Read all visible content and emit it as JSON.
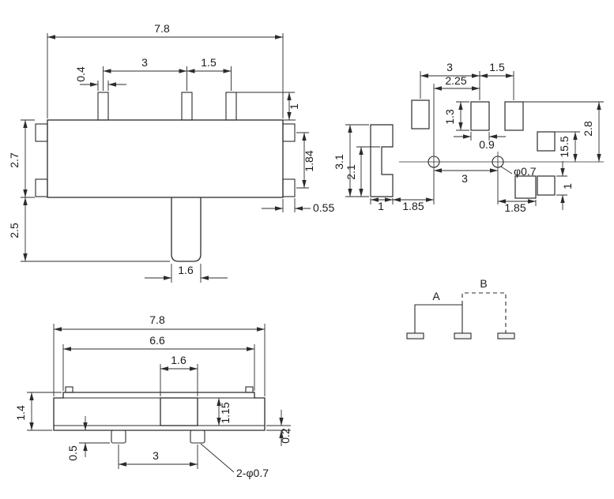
{
  "colors": {
    "line": "#2b2b2b",
    "background": "#ffffff"
  },
  "top_view": {
    "total_width": "7.8",
    "pin_width": "0.4",
    "pitch_a": "3",
    "pitch_b": "1.5",
    "pin_height": "1",
    "body_depth": "2.7",
    "tab_span": "1.84",
    "tab_offset": "0.55",
    "stem_length": "2.5",
    "stem_width": "1.6"
  },
  "footprint": {
    "pitch_a": "3",
    "pitch_b": "1.5",
    "offset_a": "2.25",
    "pad_length": "1.3",
    "pad_width": "0.9",
    "right_outer": "2.8",
    "right_inner": "15.5",
    "hole_dia": "φ0.7",
    "hole_pitch": "3",
    "left_pad_width": "1",
    "left_gap": "1.85",
    "right_gap": "1.85",
    "right_pad_height": "1",
    "left_outer": "3.1",
    "left_inner": "2.1"
  },
  "side_view": {
    "total_width": "7.8",
    "cover_width": "6.6",
    "knob_width": "1.6",
    "height": "1.4",
    "knob_height": "1.15",
    "post_height": "0.5",
    "post_pitch": "3",
    "step": "0.2",
    "post_callout": "2-φ0.7"
  },
  "schematic": {
    "pos_a": "A",
    "pos_b": "B"
  }
}
